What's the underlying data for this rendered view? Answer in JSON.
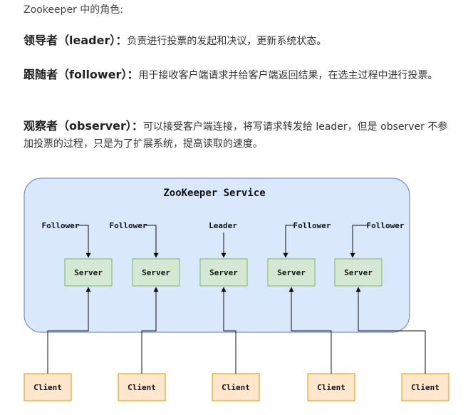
{
  "intro": "Zookeeper 中的角色:",
  "roles": [
    {
      "term": "领导者（leader）：",
      "desc": "负责进行投票的发起和决议，更新系统状态。"
    },
    {
      "term": "跟随者（follower）：",
      "desc": "用于接收客户端请求并给客户端返回结果，在选主过程中进行投票。"
    },
    {
      "term": "观察者（observer）：",
      "desc": "可以接受客户端连接，将写请求转发给 leader，但是 observer 不参加投票的过程，只是为了扩展系统，提高读取的速度。"
    }
  ],
  "diagram": {
    "service_title": "ZooKeeper Service",
    "server_label": "Server",
    "client_label": "Client",
    "server_roles": [
      "Follower",
      "Follower",
      "Leader",
      "Follower",
      "Follower"
    ],
    "colors": {
      "service_fill": "#dae8fc",
      "service_stroke": "#7a8fb0",
      "server_fill": "#d5e8d4",
      "server_stroke": "#82b366",
      "client_fill": "#ffe6cc",
      "client_stroke": "#d79b00"
    }
  }
}
